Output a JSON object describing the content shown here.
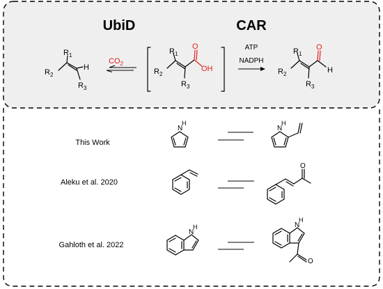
{
  "header": {
    "ubid_label": "UbiD",
    "car_label": "CAR"
  },
  "top_scheme": {
    "substituents": {
      "r1": "R",
      "r2": "R",
      "r3": "R",
      "sub1": "1",
      "sub2": "2",
      "sub3": "3"
    },
    "h_label": "H",
    "co2_label": "CO",
    "co2_sub": "2",
    "acid_o_label": "O",
    "acid_oh_label": "OH",
    "atp_label": "ATP",
    "nadph_label": "NADPH",
    "aldehyde_o_label": "O",
    "aldehyde_h_label": "H"
  },
  "examples": [
    {
      "label": "This Work",
      "nh": "N",
      "nh_h": "H"
    },
    {
      "label": "Aleku et al. 2020",
      "o": "O"
    },
    {
      "label": "Gahloth et al. 2022",
      "nh": "N",
      "nh_h": "H",
      "o": "O"
    }
  ],
  "colors": {
    "accent_red": "#e0201b",
    "top_panel_fill": "#efefef",
    "border": "#000000"
  }
}
